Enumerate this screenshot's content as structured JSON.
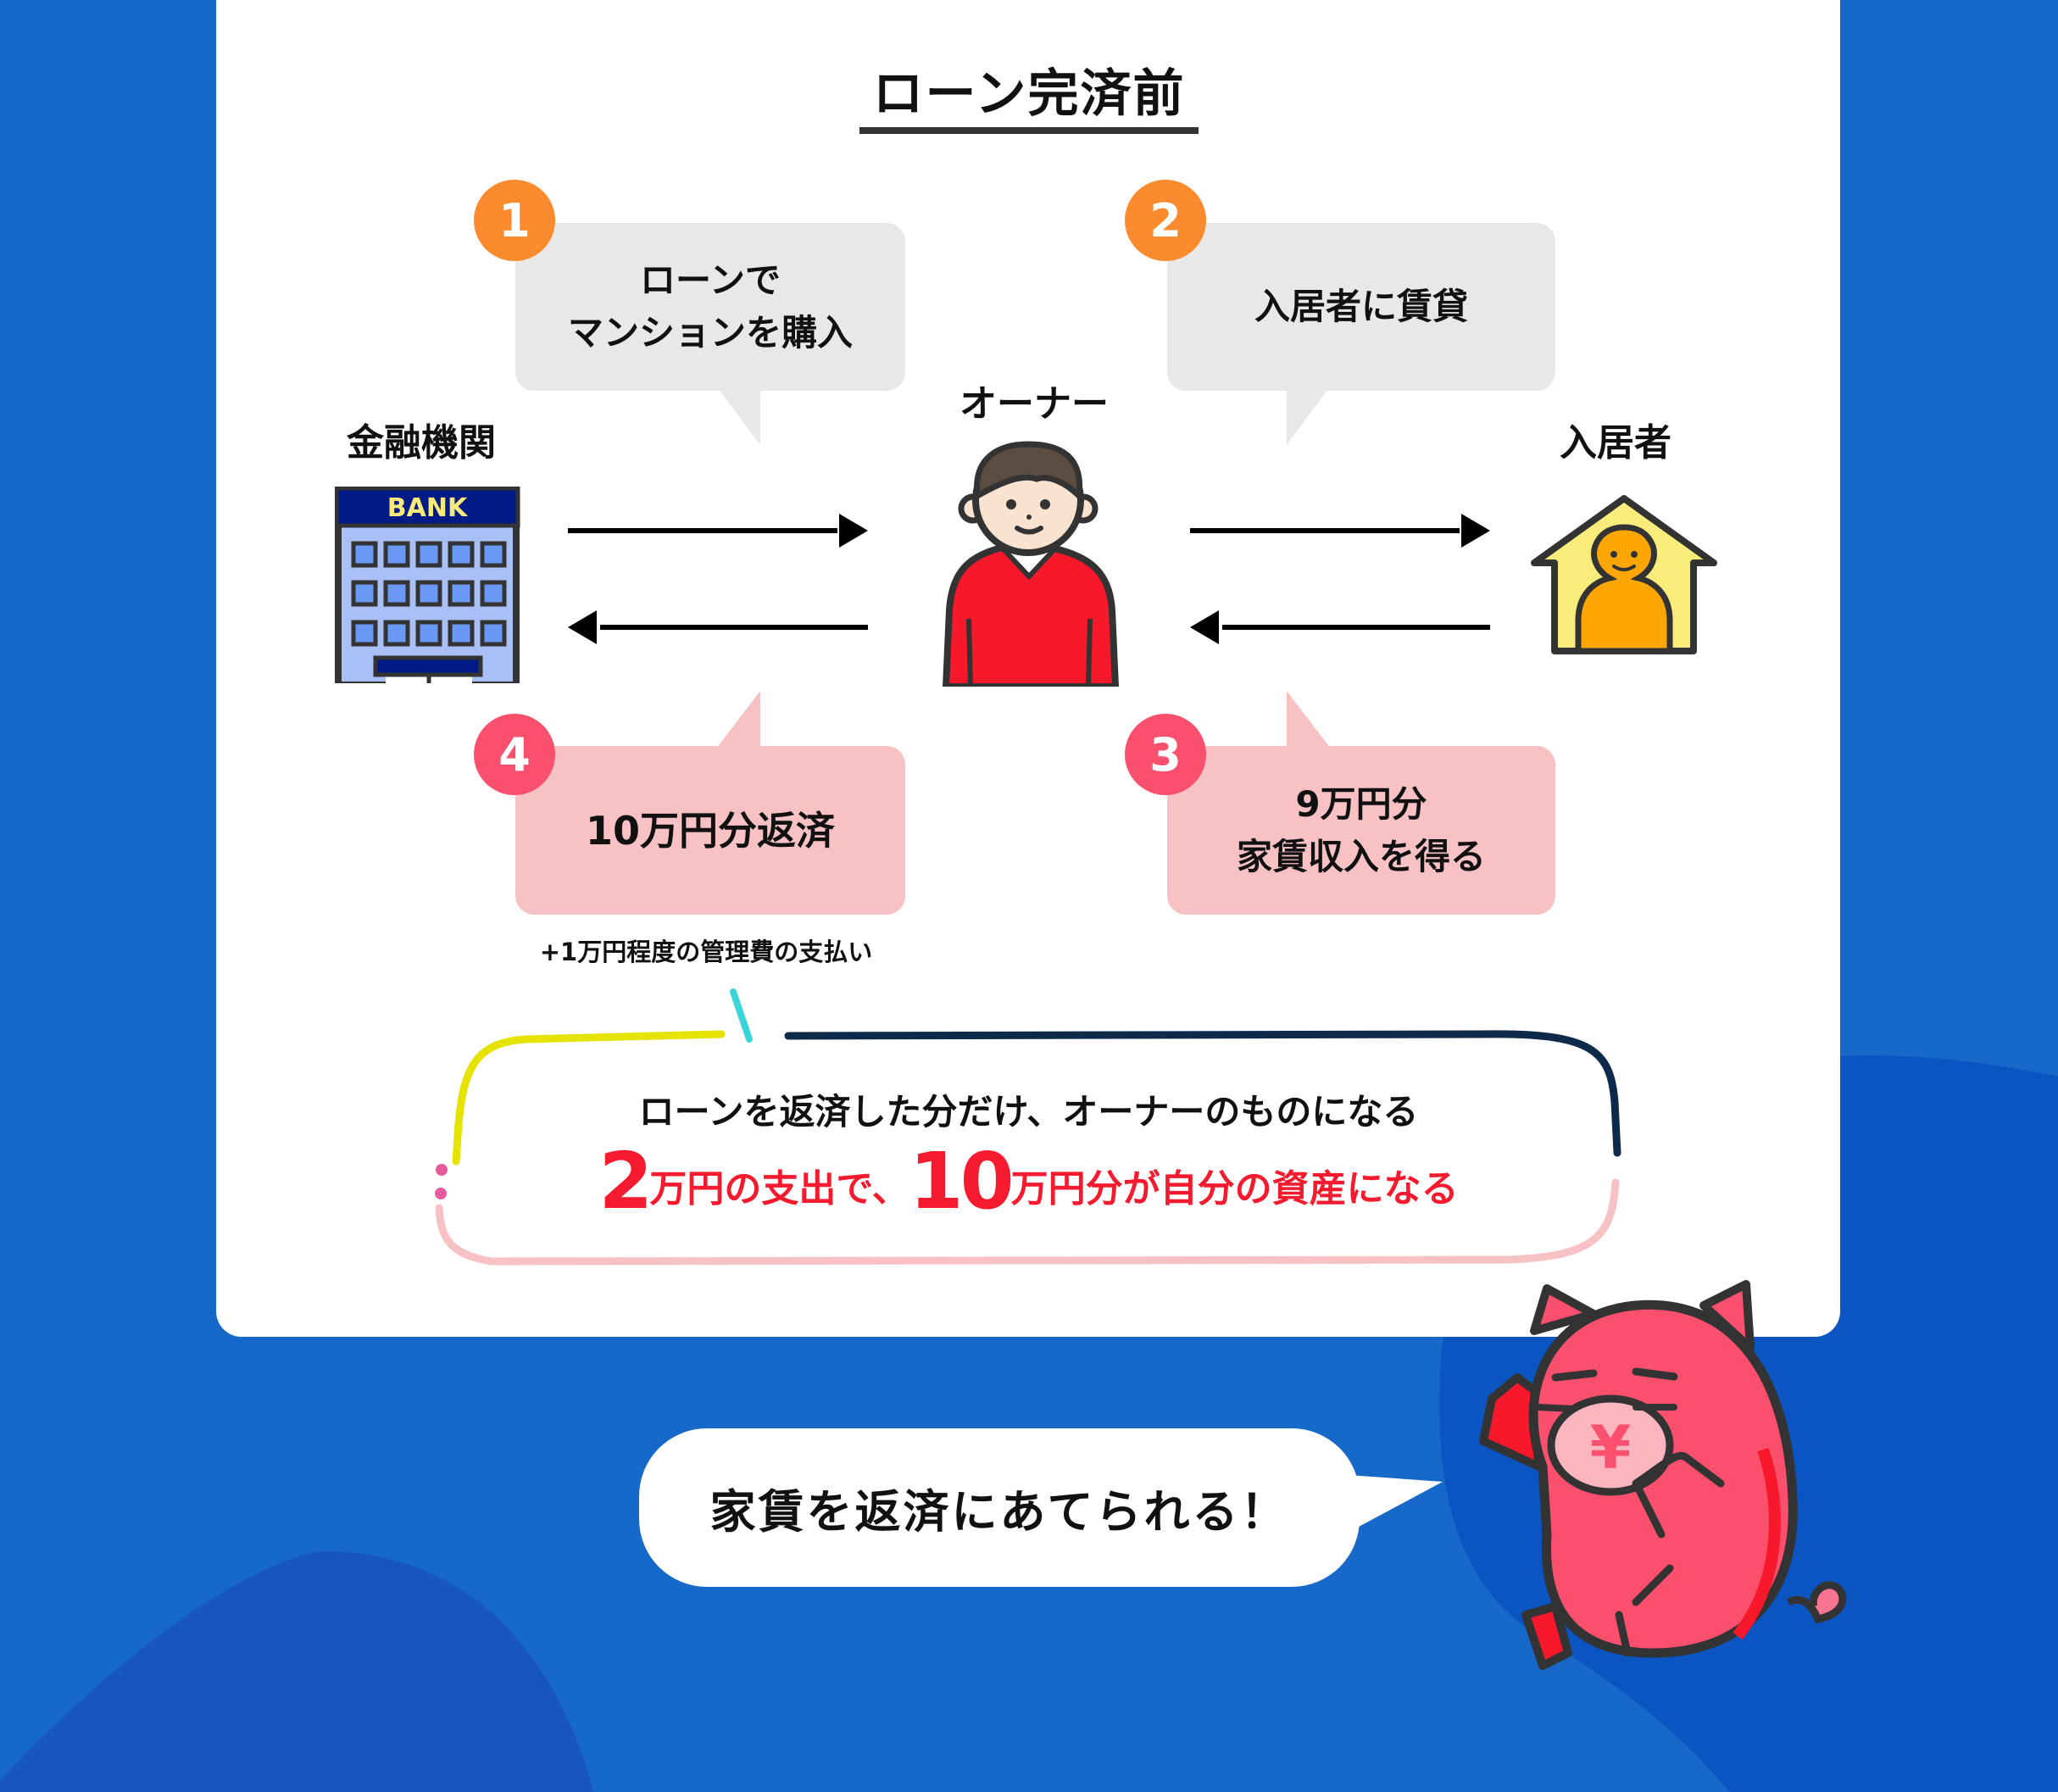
{
  "title": "ローン完済前",
  "actors": {
    "bank": {
      "label": "金融機関",
      "sign": "BANK"
    },
    "owner": {
      "label": "オーナー"
    },
    "tenant": {
      "label": "入居者"
    }
  },
  "steps": [
    {
      "number": "1",
      "text_line1": "ローンで",
      "text_line2": "マンションを購入"
    },
    {
      "number": "2",
      "text_line1": "入居者に賃貸"
    },
    {
      "number": "3",
      "text_line1": "9万円分",
      "text_line2": "家賃収入を得る"
    },
    {
      "number": "4",
      "text_line1": "10万円分返済"
    }
  ],
  "note": "+1万円程度の管理費の支払い",
  "summary": {
    "line1": "ローンを返済した分だけ、オーナーのものになる",
    "line2": {
      "num1": "2",
      "text1": "万円の支出で、",
      "num2": "10",
      "text2": "万円分が自分の資産になる"
    }
  },
  "speech": "家賃を返済にあてられる！",
  "colors": {
    "background": "#1668C9",
    "card": "#FFFFFF",
    "step_gray": "#E8E8E8",
    "step_pink": "#F8C2C5",
    "badge_orange": "#FC8A2E",
    "badge_red": "#FB4F6E",
    "highlight_red": "#F51B2F"
  }
}
